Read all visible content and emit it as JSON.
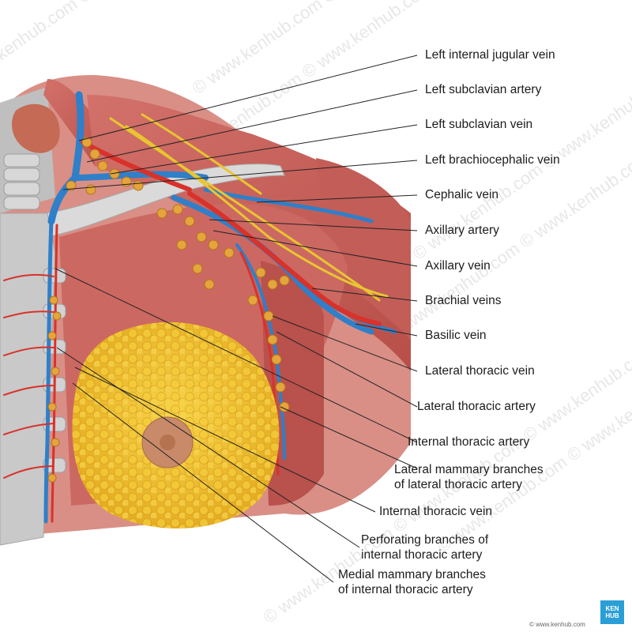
{
  "watermark": "© www.kenhub.com",
  "brand": {
    "line1": "KEN",
    "line2": "HUB"
  },
  "credit": "© www.kenhub.com",
  "labels": [
    {
      "id": "l1",
      "text": "Left internal jugular vein"
    },
    {
      "id": "l2",
      "text": "Left subclavian artery"
    },
    {
      "id": "l3",
      "text": "Left subclavian vein"
    },
    {
      "id": "l4",
      "text": "Left brachiocephalic vein"
    },
    {
      "id": "l5",
      "text": "Cephalic vein"
    },
    {
      "id": "l6",
      "text": "Axillary artery"
    },
    {
      "id": "l7",
      "text": "Axillary vein"
    },
    {
      "id": "l8",
      "text": "Brachial veins"
    },
    {
      "id": "l9",
      "text": "Basilic vein"
    },
    {
      "id": "l10",
      "text": "Lateral thoracic vein"
    },
    {
      "id": "l11",
      "text": "Lateral thoracic artery"
    },
    {
      "id": "l12",
      "text": "Internal thoracic artery"
    },
    {
      "id": "l13a",
      "text": "Lateral mammary branches"
    },
    {
      "id": "l13b",
      "text": "of lateral thoracic artery"
    },
    {
      "id": "l14",
      "text": "Internal thoracic vein"
    },
    {
      "id": "l15a",
      "text": "Perforating branches of"
    },
    {
      "id": "l15b",
      "text": "internal thoracic artery"
    },
    {
      "id": "l16a",
      "text": "Medial mammary branches"
    },
    {
      "id": "l16b",
      "text": "of internal thoracic artery"
    }
  ],
  "colors": {
    "muscle": "#c9605a",
    "muscle_dark": "#a84642",
    "bone": "#cfcfcf",
    "vein": "#2f7fc9",
    "artery": "#d8322b",
    "lymph": "#e0a23a",
    "fat": "#f1c531",
    "leader": "#222222"
  }
}
